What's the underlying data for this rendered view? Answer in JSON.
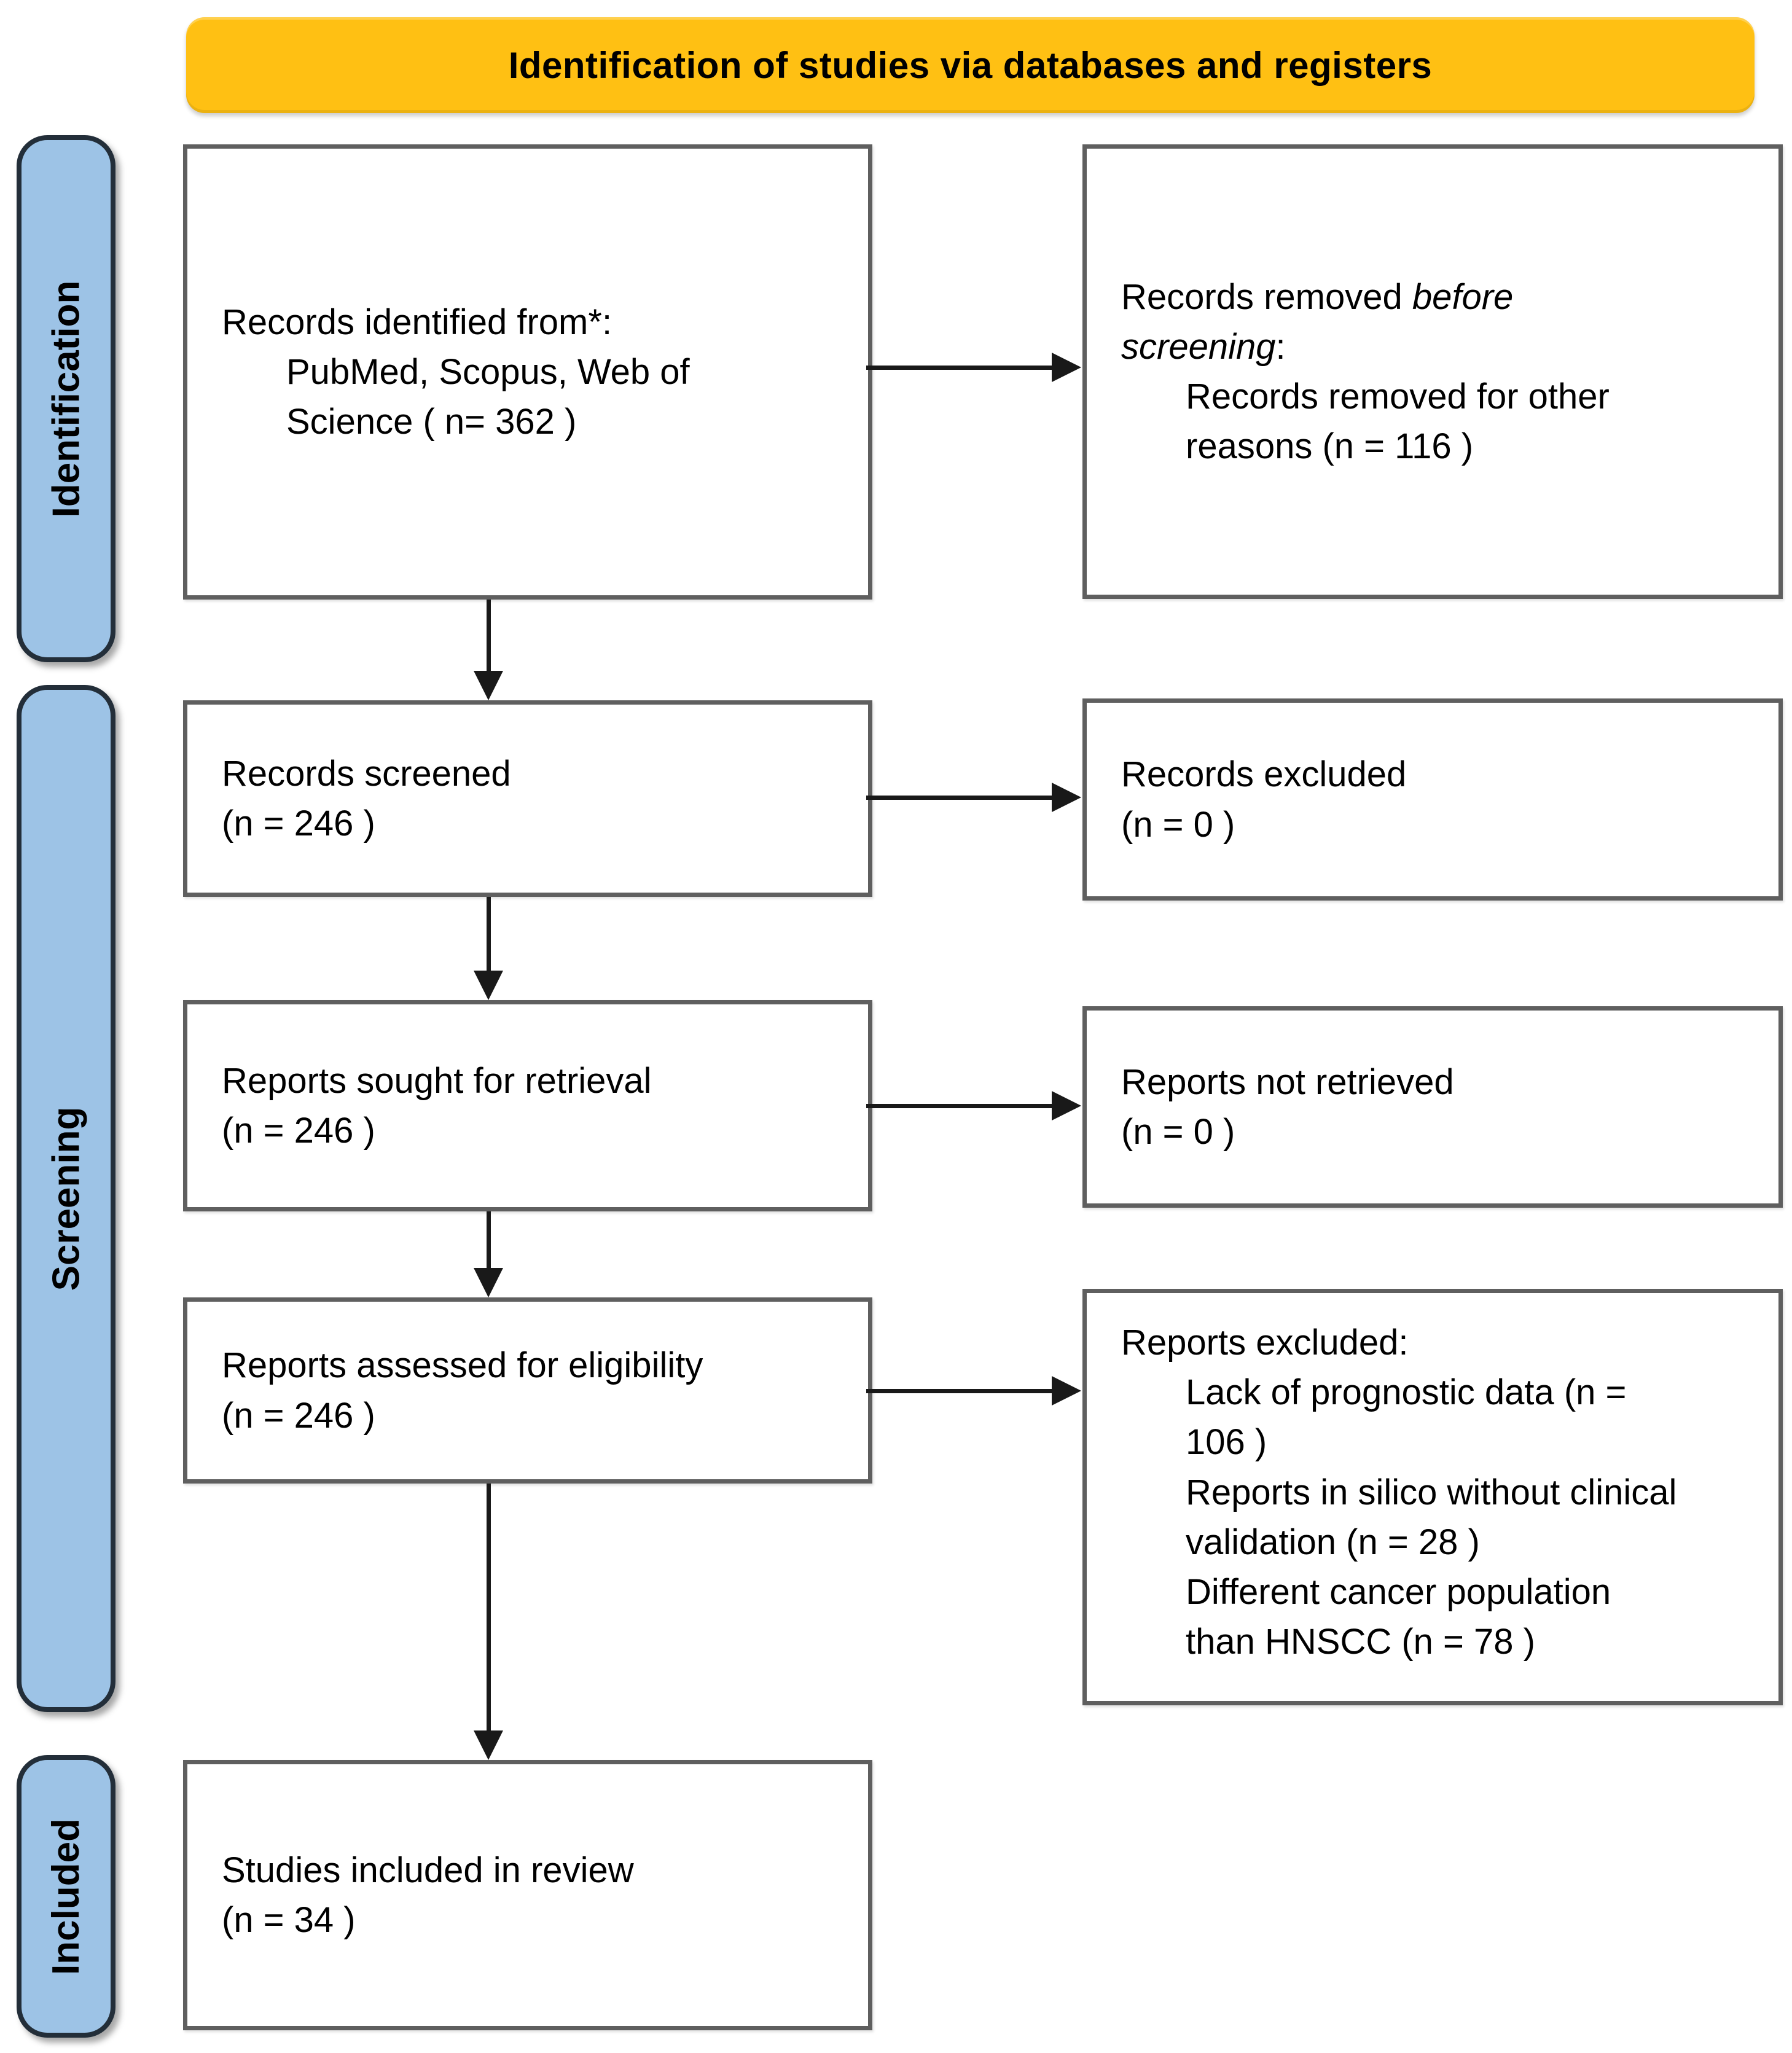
{
  "title": "Identification of studies via databases and registers",
  "colors": {
    "banner": "#FFC013",
    "sidebar_fill": "#9DC3E6",
    "sidebar_border": "#232E39",
    "box_border": "#5F5F5F",
    "arrow": "#191919",
    "text": "#000000"
  },
  "stages": {
    "identification": "Identification",
    "screening": "Screening",
    "included": "Included"
  },
  "boxes": {
    "records_identified": {
      "label": "Records identified from*:",
      "detail": "PubMed, Scopus, Web of Science ( n= 362 )"
    },
    "records_removed": {
      "label_prefix": "Records removed ",
      "label_italic": "before screening",
      "label_suffix": ":",
      "detail": "Records removed for other reasons (n = 116 )"
    },
    "records_screened": {
      "label": "Records screened",
      "count": "(n = 246 )"
    },
    "records_excluded": {
      "label": "Records excluded",
      "count": "(n = 0 )"
    },
    "reports_sought": {
      "label": "Reports sought for retrieval",
      "count": "(n = 246 )"
    },
    "reports_not_retrieved": {
      "label": "Reports not retrieved",
      "count": "(n = 0 )"
    },
    "reports_assessed": {
      "label": "Reports assessed for eligibility",
      "count": "(n = 246 )"
    },
    "reports_excluded": {
      "label": "Reports excluded:",
      "reasons": [
        "Lack of prognostic data (n = 106 )",
        "Reports in silico without clinical validation (n = 28 )",
        "Different cancer population than HNSCC (n = 78 )"
      ]
    },
    "studies_included": {
      "label": "Studies included in review",
      "count": "(n = 34 )"
    }
  }
}
